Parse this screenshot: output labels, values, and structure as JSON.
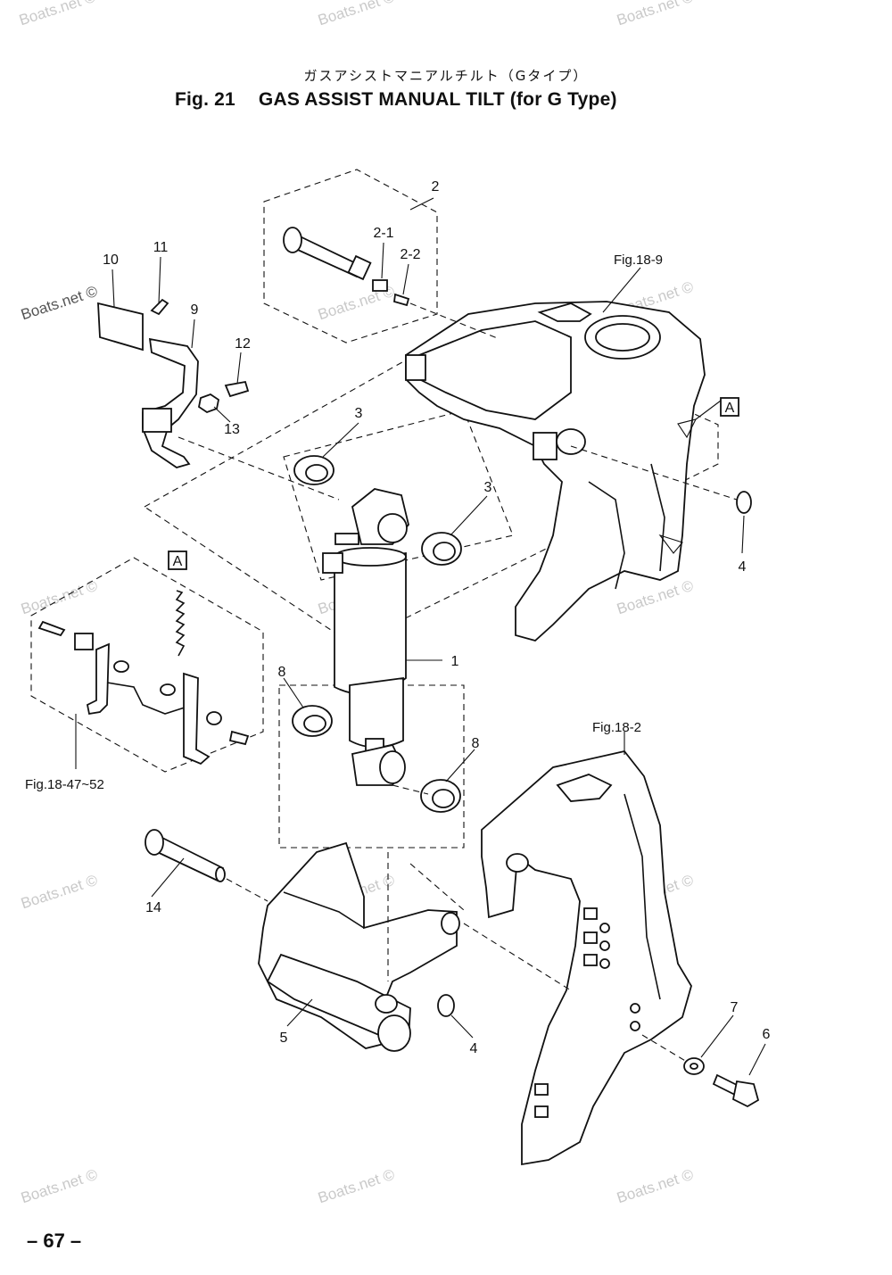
{
  "header": {
    "japanese_title": "ガスアシストマニアルチルト（Gタイプ）",
    "fig_number": "Fig. 21",
    "fig_title": "GAS ASSIST MANUAL TILT  (for G Type)"
  },
  "watermark": "Boats.net ©",
  "page_number": "– 67 –",
  "callouts": {
    "p1": "1",
    "p2": "2",
    "p2_1": "2-1",
    "p2_2": "2-2",
    "p3a": "3",
    "p3b": "3",
    "p4a": "4",
    "p4b": "4",
    "p5": "5",
    "p6": "6",
    "p7": "7",
    "p8a": "8",
    "p8b": "8",
    "p9": "9",
    "p10": "10",
    "p11": "11",
    "p12": "12",
    "p13": "13",
    "p14": "14",
    "boxA1": "A",
    "boxA2": "A"
  },
  "references": {
    "fig18_9": "Fig.18-9",
    "fig18_2": "Fig.18-2",
    "fig18_47_52": "Fig.18-47~52"
  }
}
